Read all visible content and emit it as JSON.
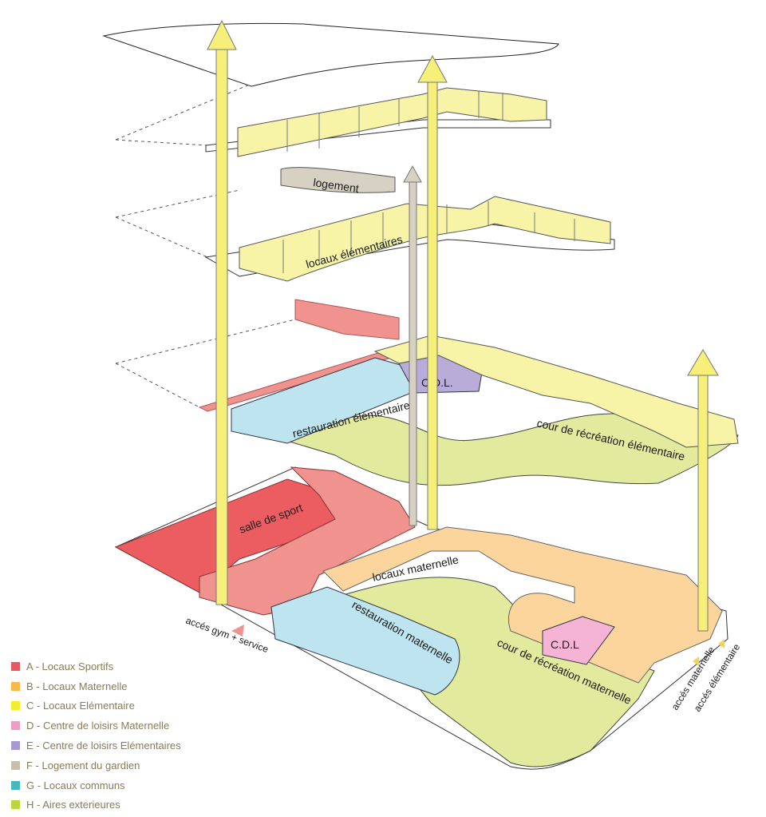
{
  "labels": {
    "logement": "logement",
    "locaux_elementaires": "locaux élémentaires",
    "cdl_elem": "C.D.L.",
    "restauration_elementaire": "restauration élémentaire",
    "cour_elementaire": "cour de récréation élémentaire",
    "salle_de_sport": "salle de sport",
    "locaux_maternelle": "locaux maternelle",
    "restauration_maternelle": "restauration maternelle",
    "cdl_mat": "C.D.L",
    "cour_maternelle": "cour de récréation maternelle",
    "acces_gym": "accés gym + service",
    "acces_maternelle": "accés maternelle",
    "acces_elementaire": "accés élémentaire"
  },
  "legend": [
    {
      "label": "A - Locaux Sportifs",
      "color": "#e8585c"
    },
    {
      "label": "B - Locaux Maternelle",
      "color": "#f9b94a"
    },
    {
      "label": "C - Locaux Elémentaire",
      "color": "#f3ee2c"
    },
    {
      "label": "D - Centre de loisirs Maternelle",
      "color": "#f39ac4"
    },
    {
      "label": "E - Centre de loisirs Elémentaires",
      "color": "#a89ad0"
    },
    {
      "label": "F - Logement du gardien",
      "color": "#c9bea8"
    },
    {
      "label": "G - Locaux communs",
      "color": "#45b8bf"
    },
    {
      "label": "H - Aires exterieures",
      "color": "#bcd641"
    }
  ],
  "colors": {
    "sport": "#f0938f",
    "sport_dark": "#ec5d62",
    "maternelle": "#fbd59c",
    "elementaire": "#f7f4a8",
    "cdl_mat": "#f5b3d6",
    "cdl_elem": "#b9acd9",
    "logement": "#d7d1c3",
    "communs": "#bde4ef",
    "exterieur": "#e2ea9e",
    "arrow": "#f6f07a"
  }
}
